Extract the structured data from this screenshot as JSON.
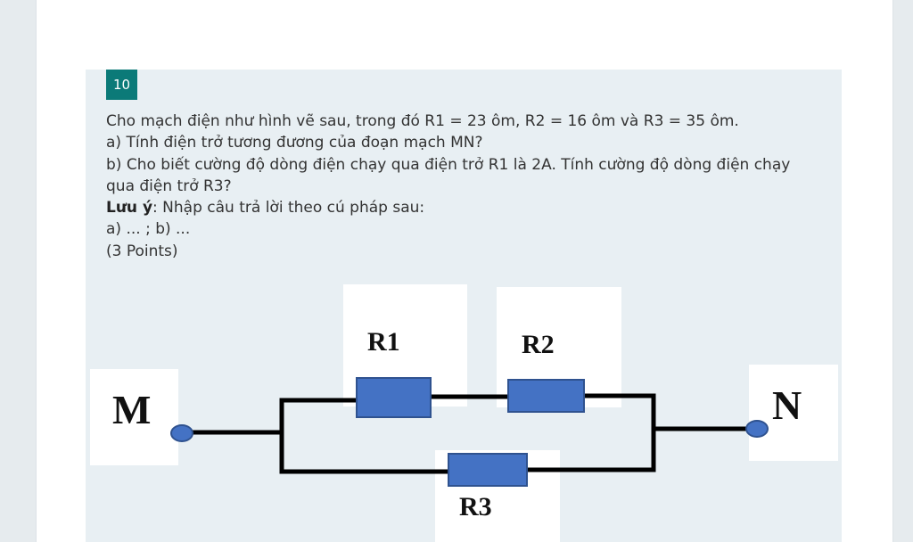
{
  "question": {
    "number": "10",
    "line1": "Cho mạch điện như hình vẽ sau, trong đó R1 = 23 ôm, R2 = 16 ôm và R3 = 35 ôm.",
    "line2": "a) Tính điện trở tương đương của đoạn mạch MN?",
    "line3": "b) Cho biết cường độ dòng điện chạy qua điện trở R1 là 2A. Tính cường độ dòng điện chạy",
    "line4": "qua điện trở R3?",
    "note_label": "Lưu ý",
    "note_text": ": Nhập câu trả lời theo cú pháp sau:",
    "format": "a) ... ; b) ...",
    "points": "(3 Points)"
  },
  "diagram": {
    "label_m": "M",
    "label_n": "N",
    "label_r1": "R1",
    "label_r2": "R2",
    "label_r3": "R3",
    "resistor_color": "#4472c4",
    "wire_color": "#000000"
  }
}
